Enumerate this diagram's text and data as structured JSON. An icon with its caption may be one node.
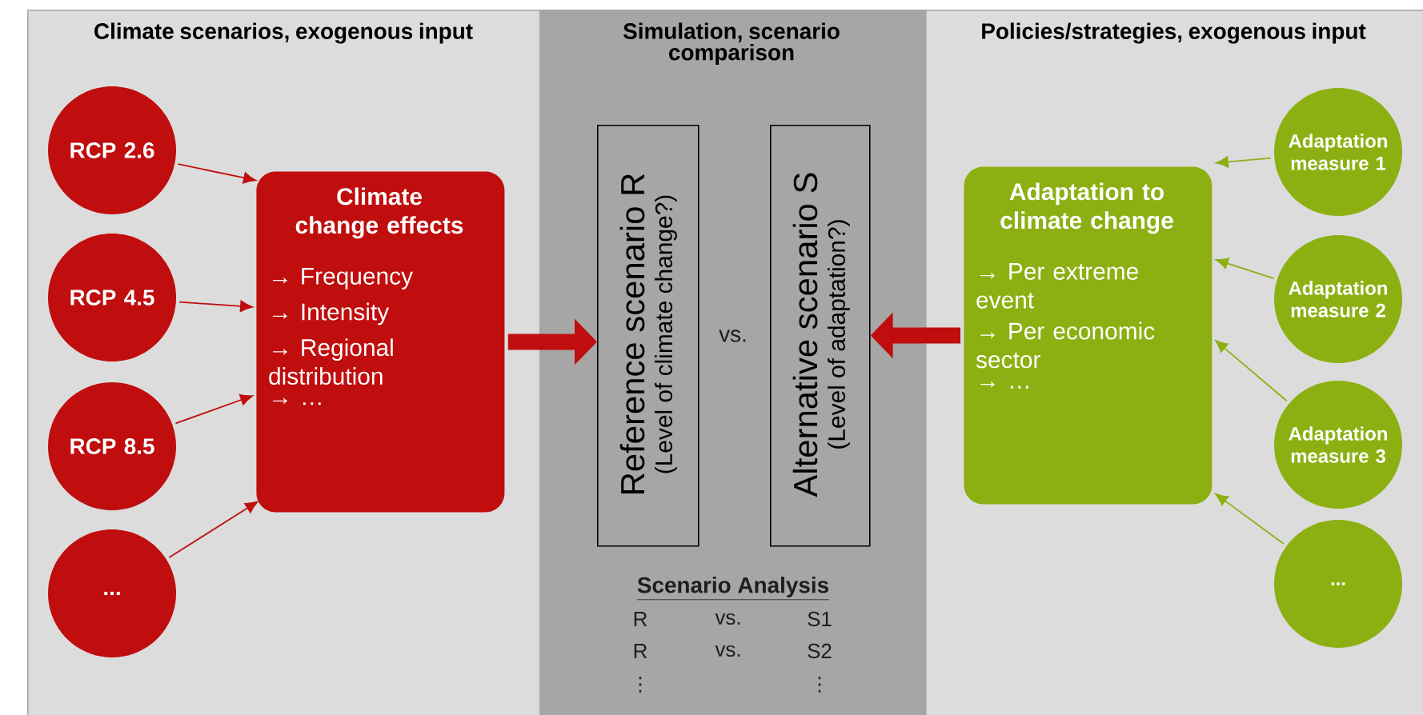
{
  "diagram": {
    "nodes": [
      {
        "text": [
          "Climate scenarios, exogenous input"
        ]
      },
      {
        "text": [
          "RCP 2.6"
        ],
        "in": 0
      },
      {
        "text": [
          "RCP 4.5"
        ],
        "in": 0
      },
      {
        "text": [
          "RCP 8.5"
        ],
        "in": 0
      },
      {
        "text": [
          "..."
        ],
        "in": 0
      },
      {
        "text": [
          "Climate change effects",
          "→ Frequency",
          "→ Intensity",
          "→ Regional distribution",
          "→ …"
        ],
        "in": 0
      },
      {
        "text": [
          "Simulation, scenario comparison"
        ]
      },
      {
        "text": [
          "Reference scenario R",
          "(Level of climate change?)"
        ],
        "in": 6
      },
      {
        "text": [
          "Alternative scenario S",
          "(Level of adaptation?)"
        ],
        "in": 6
      },
      {
        "text": [
          "Policies/strategies, exogenous input"
        ]
      },
      {
        "text": [
          "Adaptation to climate change",
          "→ Per extreme event",
          "→ Per economic sector",
          "→ …"
        ],
        "in": 9
      },
      {
        "text": [
          "Adaptation measure 1"
        ],
        "in": 9
      },
      {
        "text": [
          "Adaptation measure 2"
        ],
        "in": 9
      },
      {
        "text": [
          "Adaptation measure 3"
        ],
        "in": 9
      },
      {
        "text": [
          "..."
        ],
        "in": 9
      }
    ],
    "edges": [
      {
        "from": 1,
        "to": 5,
        "arrow": "to",
        "color": "#c00d0d"
      },
      {
        "from": 2,
        "to": 5,
        "arrow": "to",
        "color": "#c00d0d"
      },
      {
        "from": 3,
        "to": 5,
        "arrow": "to",
        "color": "#c00d0d"
      },
      {
        "from": 4,
        "to": 5,
        "arrow": "to",
        "color": "#c00d0d"
      },
      {
        "from": 5,
        "to": 7,
        "arrow": "to",
        "style": "thick",
        "color": "#c00d0d"
      },
      {
        "from": 10,
        "to": 8,
        "arrow": "to",
        "style": "thick",
        "color": "#c00d0d"
      },
      {
        "from": 11,
        "to": 10,
        "arrow": "to",
        "color": "#8cb012"
      },
      {
        "from": 12,
        "to": 10,
        "arrow": "to",
        "color": "#8cb012"
      },
      {
        "from": 13,
        "to": 10,
        "arrow": "to",
        "color": "#8cb012"
      },
      {
        "from": 14,
        "to": 10,
        "arrow": "to",
        "color": "#8cb012"
      }
    ],
    "labels": [
      "vs.",
      "Scenario Analysis",
      "R",
      "vs.",
      "S1",
      "R",
      "vs.",
      "S2",
      "⋮",
      "⋮"
    ]
  }
}
